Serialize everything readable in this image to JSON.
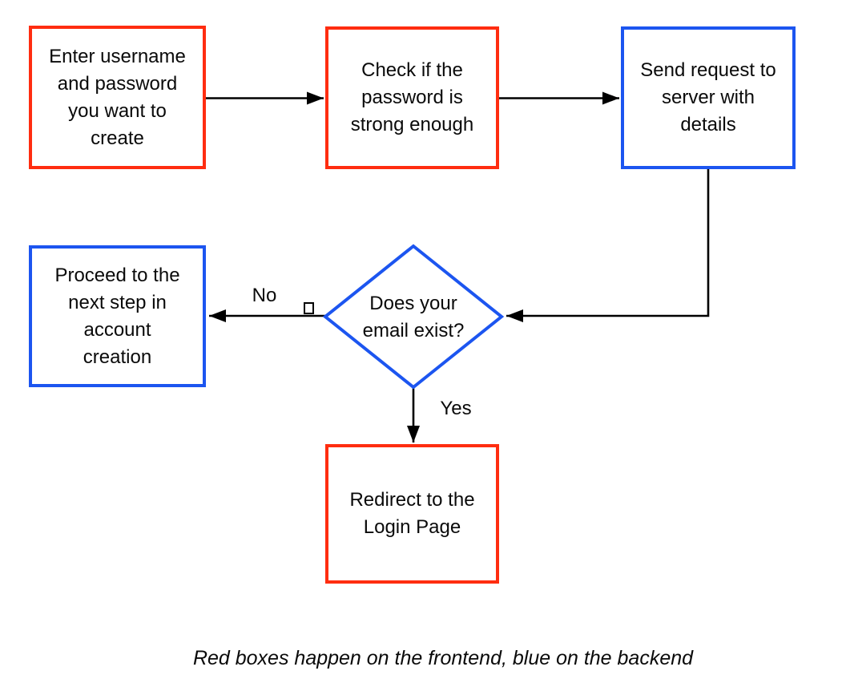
{
  "diagram": {
    "caption": "Red boxes happen on the frontend, blue on the backend",
    "colors": {
      "frontend_box_border": "#ff2d10",
      "backend_box_border": "#1c55f0",
      "connector": "#000000",
      "text": "#0a0a0a",
      "background": "#ffffff"
    },
    "nodes": [
      {
        "id": "enter-credentials",
        "shape": "rectangle",
        "role": "frontend",
        "label": "Enter username and password you want to create"
      },
      {
        "id": "check-password-strength",
        "shape": "rectangle",
        "role": "frontend",
        "label": "Check if the password is strong enough"
      },
      {
        "id": "send-request-to-server",
        "shape": "rectangle",
        "role": "backend",
        "label": "Send request to server with details"
      },
      {
        "id": "email-exists-decision",
        "shape": "diamond",
        "role": "backend",
        "label": "Does your email exist?"
      },
      {
        "id": "proceed-account-creation",
        "shape": "rectangle",
        "role": "backend",
        "label": "Proceed to the next step in account creation"
      },
      {
        "id": "redirect-login-page",
        "shape": "rectangle",
        "role": "frontend",
        "label": "Redirect to the Login Page"
      }
    ],
    "edges": [
      {
        "from": "enter-credentials",
        "to": "check-password-strength",
        "label": ""
      },
      {
        "from": "check-password-strength",
        "to": "send-request-to-server",
        "label": ""
      },
      {
        "from": "send-request-to-server",
        "to": "email-exists-decision",
        "label": ""
      },
      {
        "from": "email-exists-decision",
        "to": "proceed-account-creation",
        "label": "No"
      },
      {
        "from": "email-exists-decision",
        "to": "redirect-login-page",
        "label": "Yes"
      }
    ],
    "stray_glyph": "□"
  }
}
